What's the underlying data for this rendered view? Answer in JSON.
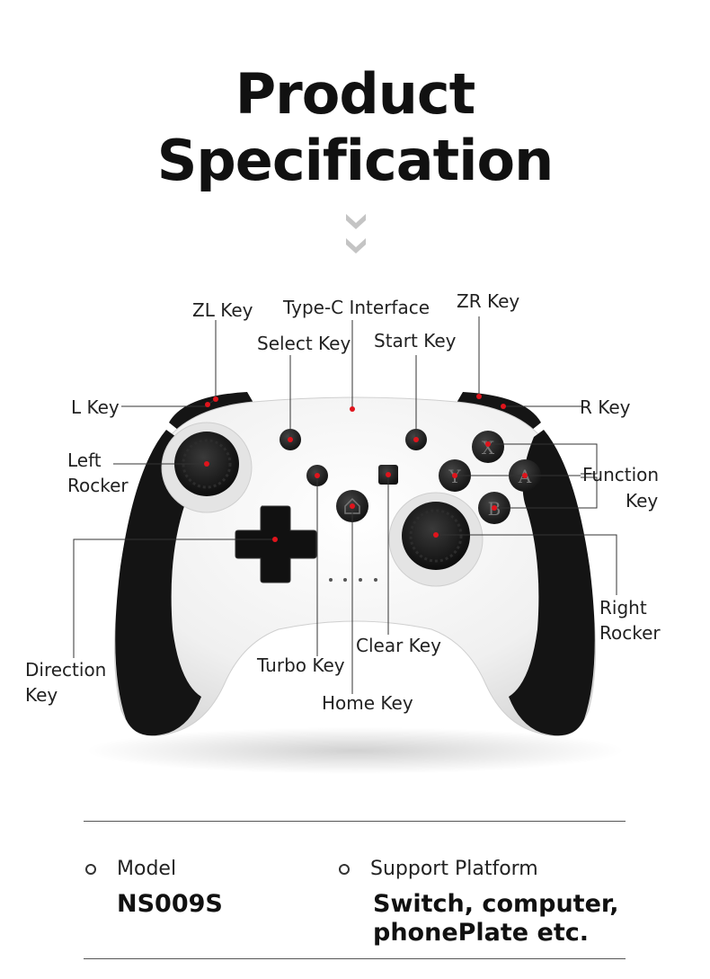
{
  "title": {
    "line1": "Product",
    "line2": "Specification"
  },
  "labels": {
    "zl_key": "ZL Key",
    "type_c": "Type-C Interface",
    "zr_key": "ZR Key",
    "select_key": "Select Key",
    "start_key": "Start Key",
    "l_key": "L Key",
    "r_key": "R Key",
    "left_rocker_1": "Left",
    "left_rocker_2": "Rocker",
    "function_key_1": "Function",
    "function_key_2": "Key",
    "right_rocker_1": "Right",
    "right_rocker_2": "Rocker",
    "direction_key_1": "Direction",
    "direction_key_2": "Key",
    "turbo_key": "Turbo Key",
    "clear_key": "Clear Key",
    "home_key": "Home Key"
  },
  "buttons": {
    "x": "X",
    "y": "Y",
    "a": "A",
    "b": "B"
  },
  "specs": {
    "model_label": "Model",
    "model_value": "NS009S",
    "platform_label": "Support Platform",
    "platform_value_1": "Switch, computer,",
    "platform_value_2": "phonePlate etc."
  },
  "colors": {
    "accent_dot": "#e0141c",
    "grip": "#141414",
    "body": "#f3f3f3"
  }
}
